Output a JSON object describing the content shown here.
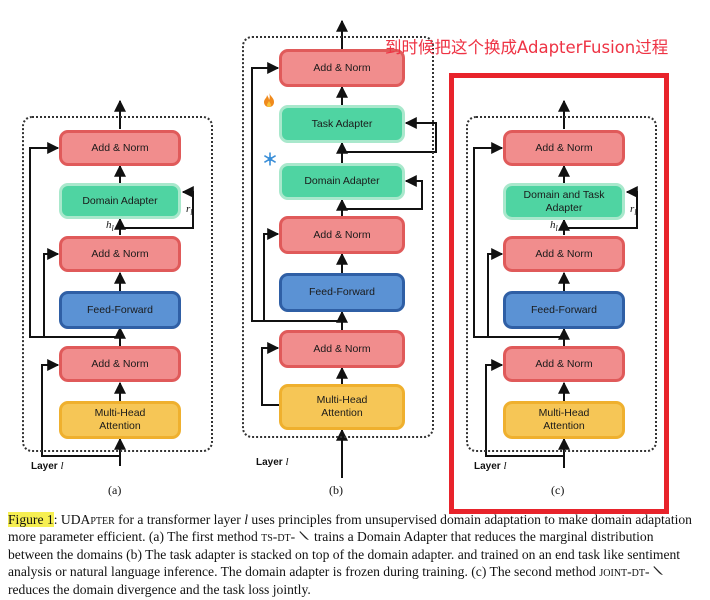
{
  "annotation": "到时候把这个换成AdapterFusion过程",
  "figure": {
    "diagrams": [
      {
        "id": "a",
        "sublabel": "(a)",
        "layer_label_prefix": "Layer",
        "layer_label_var": "l",
        "blocks": {
          "add_norm_top": "Add & Norm",
          "adapter": "Domain Adapter",
          "add_norm_mid": "Add & Norm",
          "feed_forward": "Feed-Forward",
          "add_norm_bottom": "Add & Norm",
          "attention_line1": "Multi-Head",
          "attention_line2": "Attention"
        },
        "h_label": "h",
        "h_sub": "l",
        "r_label": "r",
        "r_sub": "l"
      },
      {
        "id": "b",
        "sublabel": "(b)",
        "layer_label_prefix": "Layer",
        "layer_label_var": "l",
        "blocks": {
          "add_norm_top": "Add & Norm",
          "task_adapter": "Task Adapter",
          "domain_adapter": "Domain Adapter",
          "add_norm_mid": "Add & Norm",
          "feed_forward": "Feed-Forward",
          "add_norm_bottom": "Add & Norm",
          "attention_line1": "Multi-Head",
          "attention_line2": "Attention"
        },
        "icons": [
          "fire-icon",
          "snowflake-icon"
        ]
      },
      {
        "id": "c",
        "sublabel": "(c)",
        "layer_label_prefix": "Layer",
        "layer_label_var": "l",
        "blocks": {
          "add_norm_top": "Add & Norm",
          "adapter_line1": "Domain and Task",
          "adapter_line2": "Adapter",
          "add_norm_mid": "Add & Norm",
          "feed_forward": "Feed-Forward",
          "add_norm_bottom": "Add & Norm",
          "attention_line1": "Multi-Head",
          "attention_line2": "Attention"
        },
        "h_label": "h",
        "h_sub": "l",
        "r_label": "r",
        "r_sub": "l"
      }
    ],
    "caption": {
      "figure_label": "Figure 1",
      "colon": ":",
      "name": "UDApter",
      "part1": " for a transformer layer ",
      "var_l": "l",
      "part2": " uses principles from unsupervised domain adaptation to make domain adaptation more parameter efficient. (a) The first method ",
      "method1": "ts-dt-",
      "part3": " trains a Domain Adapter that reduces the marginal distribution between the domains (b) The task adapter is stacked on top of the domain adapter. and trained on an end task like sentiment analysis or natural language inference. The domain adapter is frozen during training. (c) The second method ",
      "method2": "joint-dt-",
      "part4": " reduces the domain divergence and the task loss jointly."
    }
  },
  "colors": {
    "norm_fill": "#f18d8d",
    "adapter_fill": "#4fd4a2",
    "feed_forward_fill": "#5b92d4",
    "attention_fill": "#f6c656",
    "highlight_box": "#e8232b",
    "annotation_text": "#ee3344",
    "caption_highlight": "#f6ef52"
  }
}
